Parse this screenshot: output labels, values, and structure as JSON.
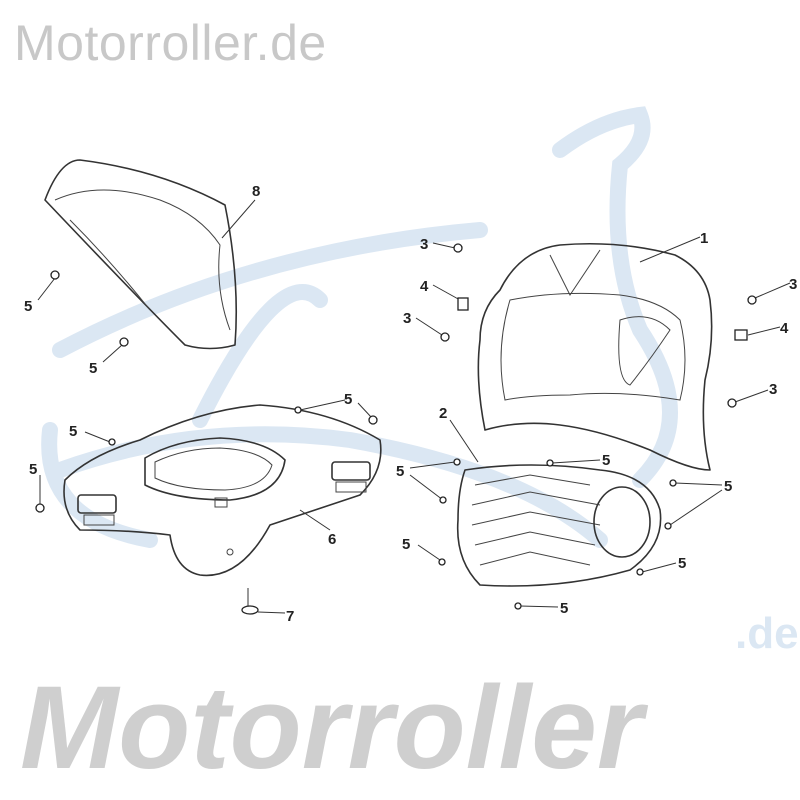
{
  "watermark_top": "Motorroller.de",
  "watermark_bottom": "Motorroller",
  "watermark_bottom_suffix": ".de",
  "colors": {
    "watermark_gray": "#c8c8c8",
    "watermark_blue": "#dbe7f3",
    "line": "#333333"
  },
  "callouts": [
    "8",
    "5",
    "5",
    "3",
    "4",
    "3",
    "1",
    "3",
    "4",
    "3",
    "5",
    "5",
    "5",
    "6",
    "7",
    "2",
    "5",
    "5",
    "5",
    "5",
    "5",
    "5"
  ]
}
